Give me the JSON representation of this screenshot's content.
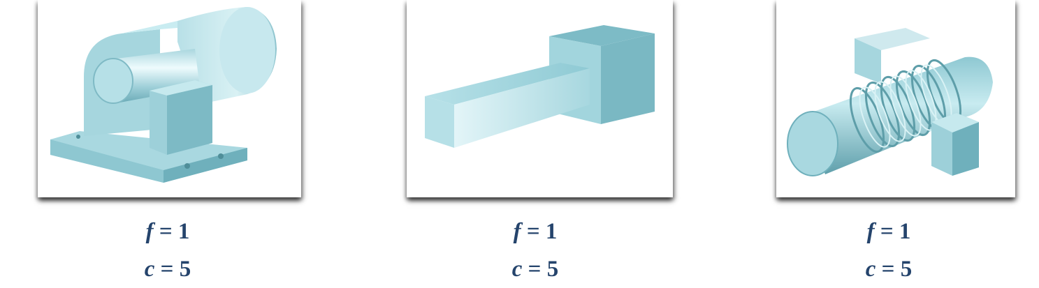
{
  "figures": [
    {
      "f_var": "f",
      "f_rest": " = 1",
      "c_var": "c",
      "c_rest": " = 5"
    },
    {
      "f_var": "f",
      "f_rest": " = 1",
      "c_var": "c",
      "c_rest": " = 5"
    },
    {
      "f_var": "f",
      "f_rest": " = 1",
      "c_var": "c",
      "c_rest": " = 5"
    }
  ],
  "colors": {
    "caption": "#25446c",
    "surface_light": "#d2eef2",
    "surface_mid": "#9dd0d9",
    "surface_dark": "#6fb0bc"
  },
  "icons": [
    "pillow-block-bearing-illustration",
    "cantilever-bar-in-block-illustration",
    "threaded-screw-in-nut-illustration"
  ]
}
